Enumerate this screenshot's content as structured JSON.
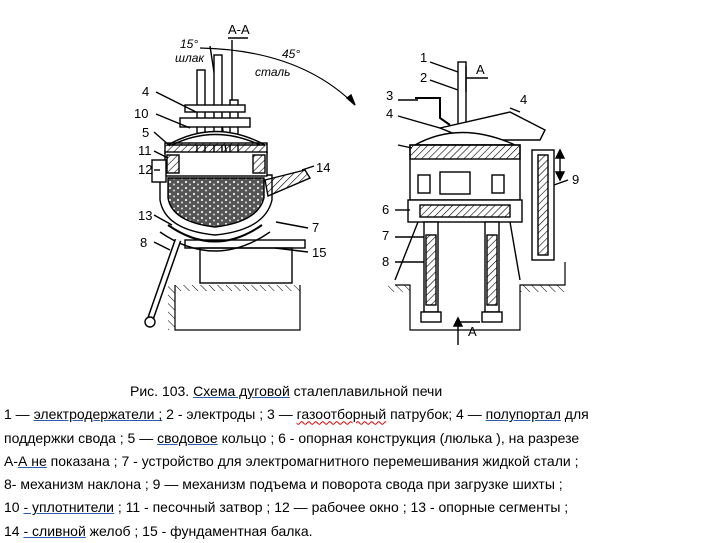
{
  "figure": {
    "section_label": "А-А",
    "angle_slag": "15°",
    "angle_steel": "45°",
    "slag_label": "шлак",
    "steel_label": "сталь",
    "arrow_marker": "А",
    "left_callouts": [
      "4",
      "10",
      "5",
      "11",
      "12",
      "13",
      "8",
      "14",
      "7",
      "15"
    ],
    "right_callouts": [
      "1",
      "2",
      "3",
      "4",
      "4",
      "6",
      "7",
      "8",
      "9"
    ]
  },
  "caption": {
    "title_prefix": "Рис. 103.  ",
    "title_underlined": "Схема  дуговой",
    "title_suffix": "  сталеплавильной  печи",
    "line1_a": "   1 — ",
    "line1_b": "электродержатели ;",
    "line1_c": "  2 -  электроды ; 3 — ",
    "line1_d": "газоотборный",
    "line1_e": "  патрубок; 4 — ",
    "line1_f": "полупортал",
    "line1_g": "  для",
    "line2_a": "поддержки  свода ;  5 — ",
    "line2_b": "сводовое",
    "line2_c": "  кольцо ; 6 -  опорная  конструкция (люлька ),  на разрезе",
    "line3_a": "А-",
    "line3_b": "А  не",
    "line3_c": "  показана ; 7 -  устройство  для  электромагнитного  перемешивания  жидкой  стали ;",
    "line4": "8- механизм  наклона ;  9 — механизм  подъема  и  поворота  свода  при  загрузке  шихты ;",
    "line5_a": "10 ",
    "line5_b": "-  уплотнители",
    "line5_c": " ; 11 -  песочный  затвор ;  12 — рабочее  окно ; 13 -  опорные  сегменты ;",
    "line6_a": "14 ",
    "line6_b": "-  сливной",
    "line6_c": "  желоб  ; 15 -  фундаментная  балка."
  }
}
